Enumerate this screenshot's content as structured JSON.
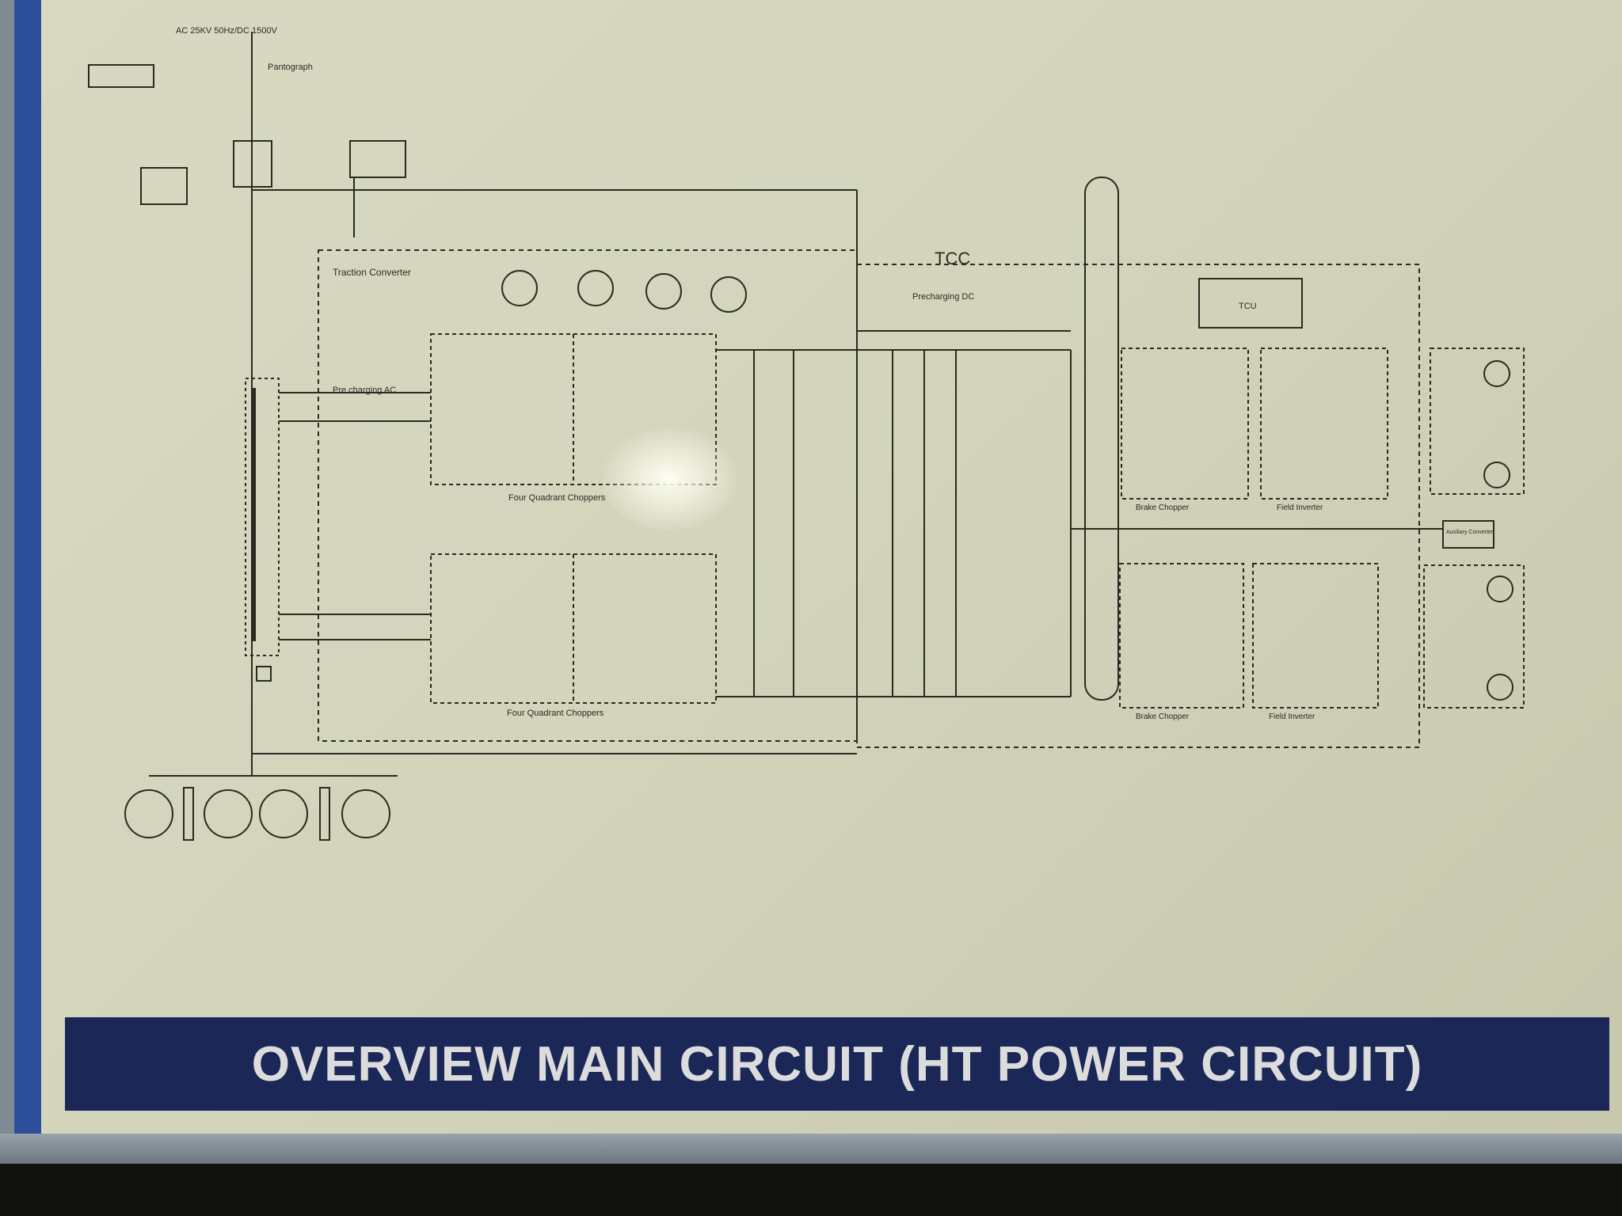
{
  "diagram": {
    "supply_label": "AC 25KV 50Hz/DC 1500V",
    "pantograph": "Pantograph",
    "tcc_label": "TCC",
    "traction_converter": "Traction Converter",
    "precharging_dc": "Precharging DC",
    "pre_charging_ac": "Pre charging AC",
    "four_quadrant_upper": "Four Quadrant Choppers",
    "four_quadrant_lower": "Four Quadrant Choppers",
    "brake_chopper_upper": "Brake Chopper",
    "field_inverter_upper": "Field Inverter",
    "brake_chopper_lower": "Brake Chopper",
    "field_inverter_lower": "Field Inverter",
    "tcu": "TCU",
    "auxiliary_converter": "Auxiliary Converter"
  },
  "banner": {
    "title": "OVERVIEW MAIN CIRCUIT (HT POWER CIRCUIT)"
  },
  "colors": {
    "board": "#d6d6bf",
    "banner": "#1b2757",
    "banner_text": "#dcdcdc",
    "frame_blue": "#2d4f9a",
    "ink": "#2a2a22"
  }
}
